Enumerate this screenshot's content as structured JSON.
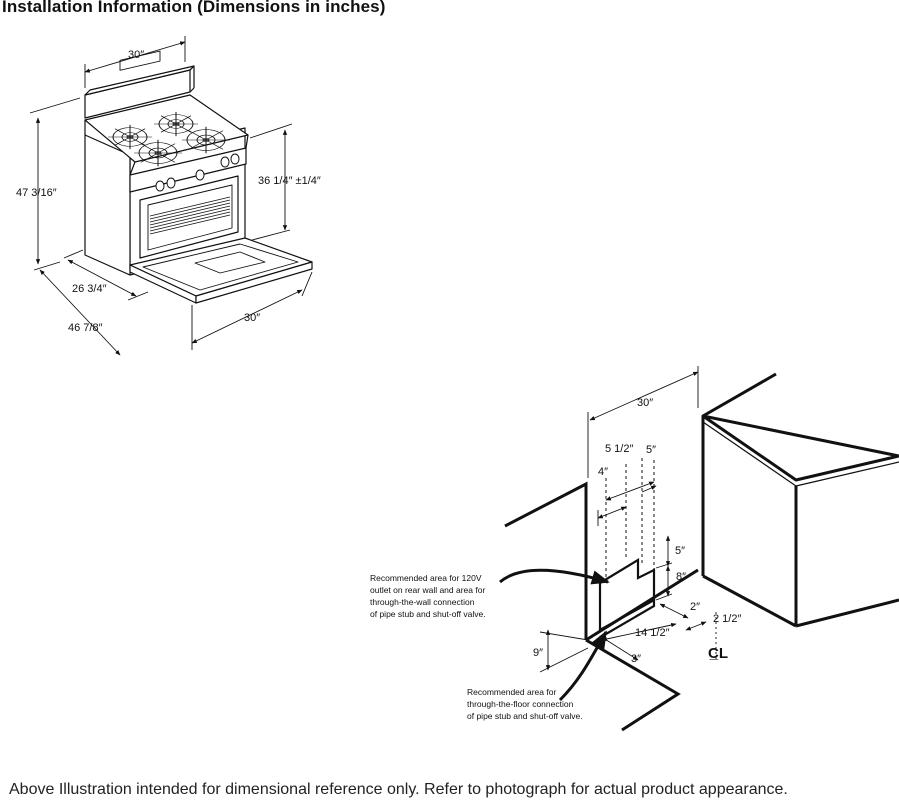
{
  "title": "Installation Information (Dimensions in inches)",
  "range": {
    "width_top": "30″",
    "height_total": "47 3/16″",
    "height_cooktop": "36 1/4″ ±1/4″",
    "depth_closed": "26 3/4″",
    "depth_open": "46 7/8″",
    "width_door": "30″"
  },
  "installation": {
    "width": "30″",
    "dim_5_1_2": "5 1/2″",
    "dim_5": "5″",
    "dim_4": "4″",
    "dim_5_vertical": "5″",
    "dim_8": "8″",
    "dim_2": "2″",
    "dim_2_1_2": "2 1/2″",
    "dim_14_1_2": "14 1/2″",
    "dim_9": "9″",
    "dim_3": "3″",
    "centerline": "C̲L",
    "note_wall": [
      "Recommended area for 120V",
      "outlet on rear wall and area for",
      "through-the-wall connection",
      "of pipe stub and shut-off valve."
    ],
    "note_floor": [
      "Recommended area for",
      "through-the-floor connection",
      "of pipe stub and shut-off valve."
    ]
  },
  "footer": "Above Illustration intended for dimensional reference only. Refer to photograph for actual product appearance."
}
